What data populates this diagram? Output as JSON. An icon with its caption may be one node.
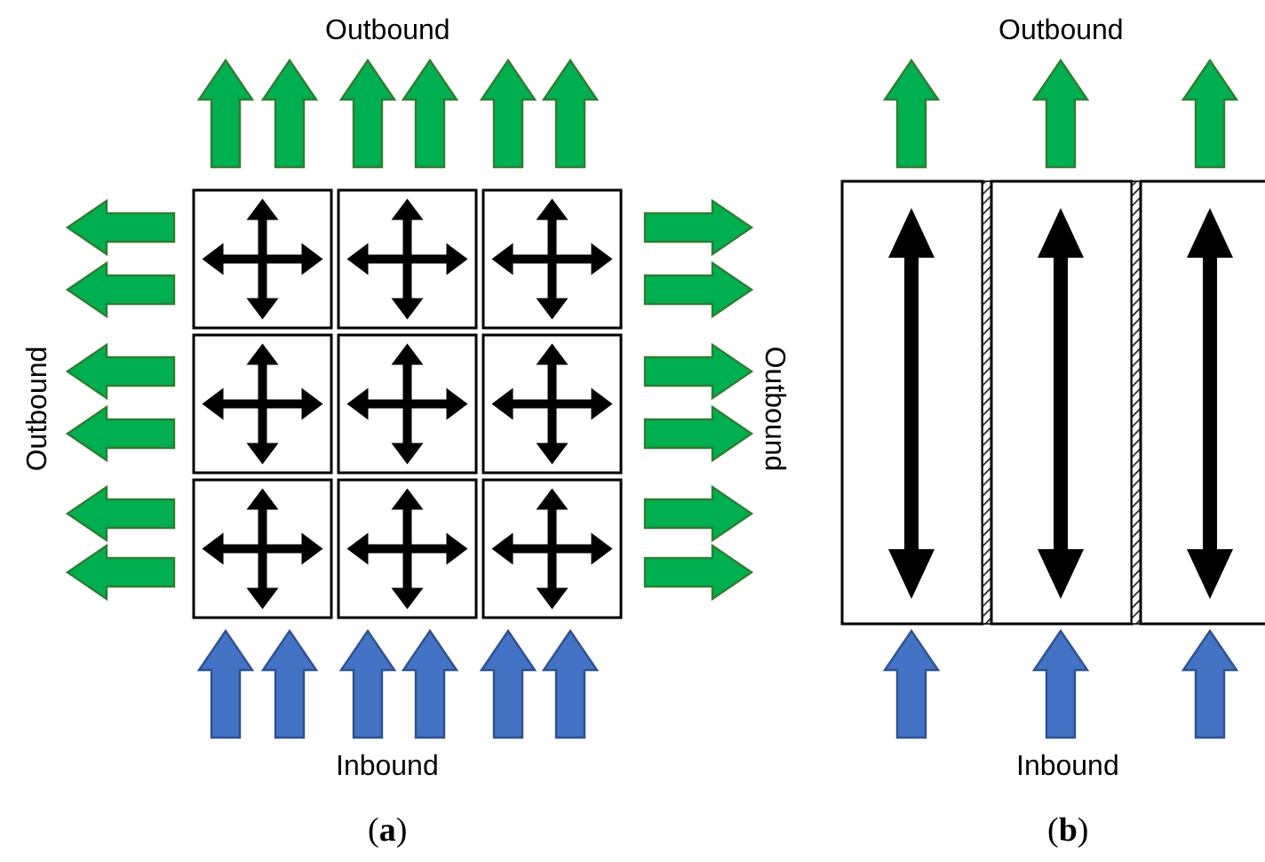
{
  "diagram": {
    "labels": [
      "Outbound",
      "Outbound",
      "Outbound",
      "Outbound",
      "Inbound",
      "Inbound",
      "(**a**)",
      "(**b**)"
    ]
  }
}
